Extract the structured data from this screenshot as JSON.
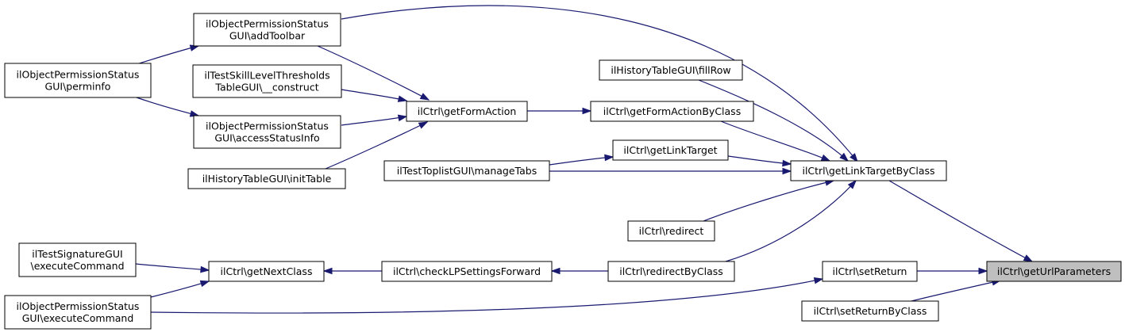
{
  "colors": {
    "edge": "#191970",
    "node_fill": "#ffffff",
    "node_stroke": "#000000",
    "highlight_fill": "#bfbfbf"
  },
  "nodes": [
    {
      "id": "n1",
      "lines": [
        "ilObjectPermissionStatus",
        "GUI\\addToolbar"
      ]
    },
    {
      "id": "n2",
      "lines": [
        "ilObjectPermissionStatus",
        "GUI\\perminfo"
      ]
    },
    {
      "id": "n3",
      "lines": [
        "ilTestSkillLevelThresholds",
        "TableGUI\\__construct"
      ]
    },
    {
      "id": "n4",
      "lines": [
        "ilObjectPermissionStatus",
        "GUI\\accessStatusInfo"
      ]
    },
    {
      "id": "n5",
      "lines": [
        "ilHistoryTableGUI\\initTable"
      ]
    },
    {
      "id": "n6",
      "lines": [
        "ilCtrl\\getFormAction"
      ]
    },
    {
      "id": "n7",
      "lines": [
        "ilHistoryTableGUI\\fillRow"
      ]
    },
    {
      "id": "n8",
      "lines": [
        "ilCtrl\\getFormActionByClass"
      ]
    },
    {
      "id": "n9",
      "lines": [
        "ilCtrl\\getLinkTarget"
      ]
    },
    {
      "id": "n10",
      "lines": [
        "ilTestToplistGUI\\manageTabs"
      ]
    },
    {
      "id": "n11",
      "lines": [
        "ilCtrl\\getLinkTargetByClass"
      ]
    },
    {
      "id": "n12",
      "lines": [
        "ilCtrl\\redirect"
      ]
    },
    {
      "id": "n13",
      "lines": [
        "ilTestSignatureGUI",
        "\\executeCommand"
      ]
    },
    {
      "id": "n14",
      "lines": [
        "ilCtrl\\getNextClass"
      ]
    },
    {
      "id": "n15",
      "lines": [
        "ilCtrl\\checkLPSettingsForward"
      ]
    },
    {
      "id": "n16",
      "lines": [
        "ilCtrl\\redirectByClass"
      ]
    },
    {
      "id": "n17",
      "lines": [
        "ilCtrl\\setReturn"
      ]
    },
    {
      "id": "n18",
      "lines": [
        "ilCtrl\\getUrlParameters"
      ],
      "highlighted": true
    },
    {
      "id": "n19",
      "lines": [
        "ilObjectPermissionStatus",
        "GUI\\executeCommand"
      ]
    },
    {
      "id": "n20",
      "lines": [
        "ilCtrl\\setReturnByClass"
      ]
    }
  ],
  "edges": [
    {
      "from": "n2",
      "to": "n1"
    },
    {
      "from": "n2",
      "to": "n4"
    },
    {
      "from": "n1",
      "to": "n6"
    },
    {
      "from": "n3",
      "to": "n6"
    },
    {
      "from": "n4",
      "to": "n6"
    },
    {
      "from": "n5",
      "to": "n6"
    },
    {
      "from": "n6",
      "to": "n8"
    },
    {
      "from": "n1",
      "to": "n11"
    },
    {
      "from": "n7",
      "to": "n11"
    },
    {
      "from": "n8",
      "to": "n11"
    },
    {
      "from": "n10",
      "to": "n9"
    },
    {
      "from": "n9",
      "to": "n11"
    },
    {
      "from": "n10",
      "to": "n11"
    },
    {
      "from": "n12",
      "to": "n11"
    },
    {
      "from": "n16",
      "to": "n11"
    },
    {
      "from": "n11",
      "to": "n18"
    },
    {
      "from": "n13",
      "to": "n14"
    },
    {
      "from": "n19",
      "to": "n14"
    },
    {
      "from": "n15",
      "to": "n14"
    },
    {
      "from": "n16",
      "to": "n15"
    },
    {
      "from": "n19",
      "to": "n17"
    },
    {
      "from": "n17",
      "to": "n18"
    },
    {
      "from": "n20",
      "to": "n18"
    }
  ]
}
